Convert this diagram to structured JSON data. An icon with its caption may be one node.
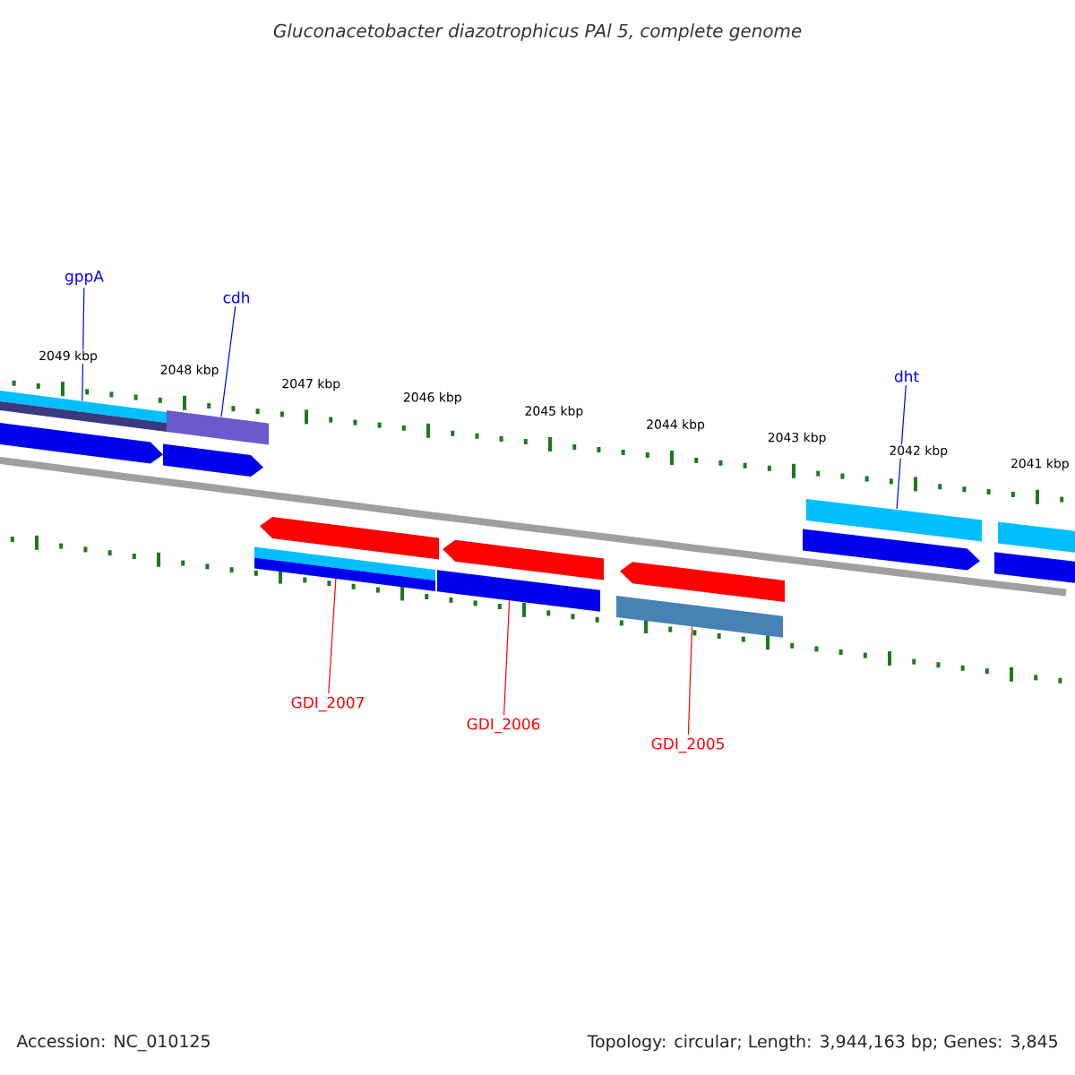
{
  "diagram": {
    "title": "Gluconacetobacter diazotrophicus PAl 5, complete genome",
    "nodes": [
      {
        "text": [
          "gppA"
        ]
      },
      {
        "text": [
          "cdh"
        ]
      },
      {
        "text": [
          "dht"
        ]
      },
      {
        "text": [
          "GDI_2007"
        ]
      },
      {
        "text": [
          "GDI_2006"
        ]
      },
      {
        "text": [
          "GDI_2005"
        ]
      },
      {
        "text": [],
        "shape": "bar"
      },
      {
        "text": [],
        "shape": "bar"
      },
      {
        "text": [],
        "shape": "pentagon"
      },
      {
        "text": [],
        "shape": "bar"
      },
      {
        "text": [],
        "shape": "pentagon"
      },
      {
        "text": [],
        "shape": "pentagon"
      },
      {
        "text": [],
        "shape": "bar"
      },
      {
        "text": [],
        "shape": "bar"
      },
      {
        "text": [],
        "shape": "pentagon"
      },
      {
        "text": [],
        "shape": "bar"
      },
      {
        "text": [],
        "shape": "pentagon"
      },
      {
        "text": [],
        "shape": "bar"
      },
      {
        "text": [],
        "shape": "bar"
      },
      {
        "text": [],
        "shape": "pentagon"
      },
      {
        "text": [],
        "shape": "bar"
      },
      {
        "text": [],
        "shape": "bar"
      }
    ],
    "edges": [
      {
        "from": 0,
        "to": 6,
        "arrow": "none"
      },
      {
        "from": 1,
        "to": 9,
        "arrow": "none"
      },
      {
        "from": 2,
        "to": 18,
        "arrow": "none"
      },
      {
        "from": 3,
        "to": 13,
        "arrow": "none",
        "color": "#ff0000"
      },
      {
        "from": 4,
        "to": 15,
        "arrow": "none",
        "color": "#ff0000"
      },
      {
        "from": 5,
        "to": 17,
        "arrow": "none",
        "color": "#ff0000"
      }
    ],
    "labels": [
      "2049 kbp",
      "2048 kbp",
      "2047 kbp",
      "2046 kbp",
      "2045 kbp",
      "2044 kbp",
      "2043 kbp",
      "2042 kbp",
      "2041 kbp",
      "Accession: NC_010125",
      "Topology: circular; Length: 3,944,163 bp; Genes: 3,845"
    ]
  }
}
